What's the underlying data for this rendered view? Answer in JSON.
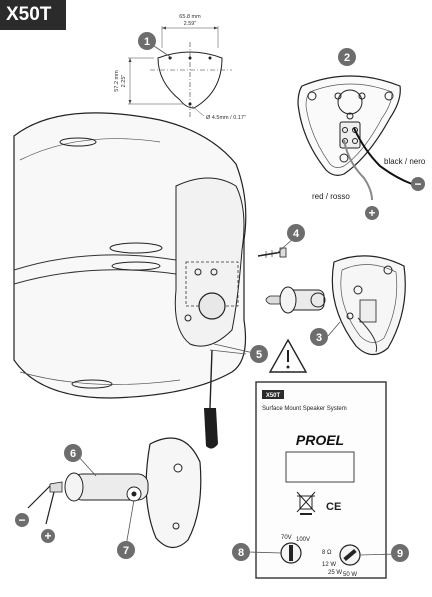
{
  "title": "X50T",
  "steps": {
    "s1": "1",
    "s2": "2",
    "s3": "3",
    "s4": "4",
    "s5": "5",
    "s6": "6",
    "s7": "7",
    "s8": "8",
    "s9": "9"
  },
  "dimensions": {
    "width_mm": "65.8 mm",
    "width_in": "2.59\"",
    "height_mm": "57.2 mm",
    "height_in": "2.25\"",
    "hole": "Ø 4.5mm / 0.17\""
  },
  "wires": {
    "black": "black / nero",
    "red": "red / rosso",
    "minus": "−",
    "plus": "+"
  },
  "panel": {
    "model": "X50T",
    "subtitle": "Surface Mount Speaker System",
    "brand": "PROEL",
    "ce": "CE",
    "v70": "70V",
    "v100": "100V",
    "ohm8": "8 Ω",
    "w12": "12 W",
    "w25": "25 W",
    "w50": "50 W"
  }
}
